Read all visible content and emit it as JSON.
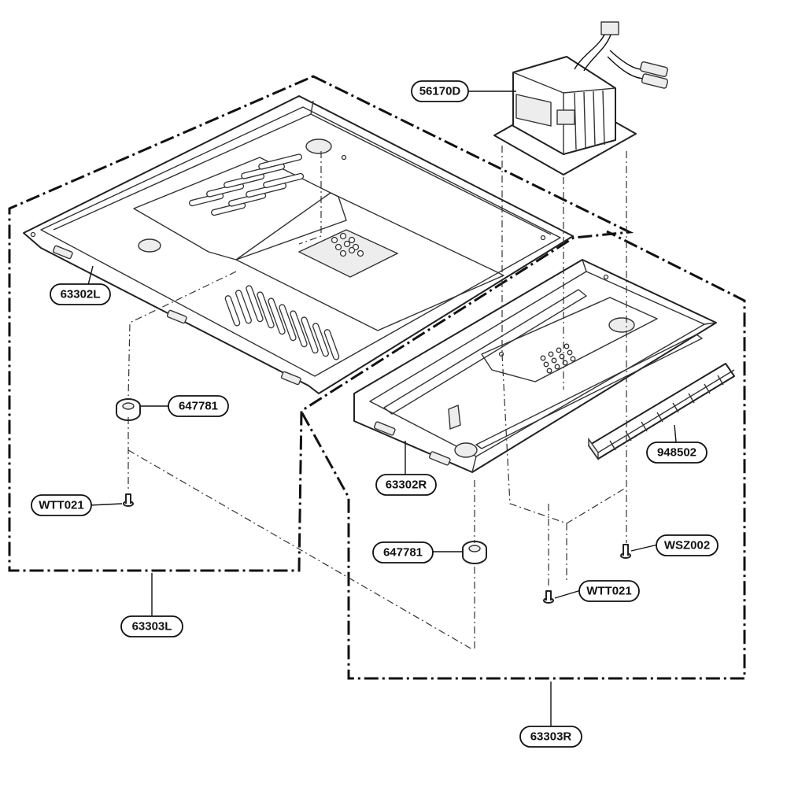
{
  "diagram": {
    "type": "exploded-parts-view",
    "callouts": [
      {
        "id": "c1",
        "label": "56170D"
      },
      {
        "id": "c2",
        "label": "63302L"
      },
      {
        "id": "c3",
        "label": "647781"
      },
      {
        "id": "c4",
        "label": "WTT021"
      },
      {
        "id": "c5",
        "label": "63303L"
      },
      {
        "id": "c6",
        "label": "63302R"
      },
      {
        "id": "c7",
        "label": "948502"
      },
      {
        "id": "c8",
        "label": "647781"
      },
      {
        "id": "c9",
        "label": "WSZ002"
      },
      {
        "id": "c10",
        "label": "WTT021"
      },
      {
        "id": "c11",
        "label": "63303R"
      }
    ]
  }
}
